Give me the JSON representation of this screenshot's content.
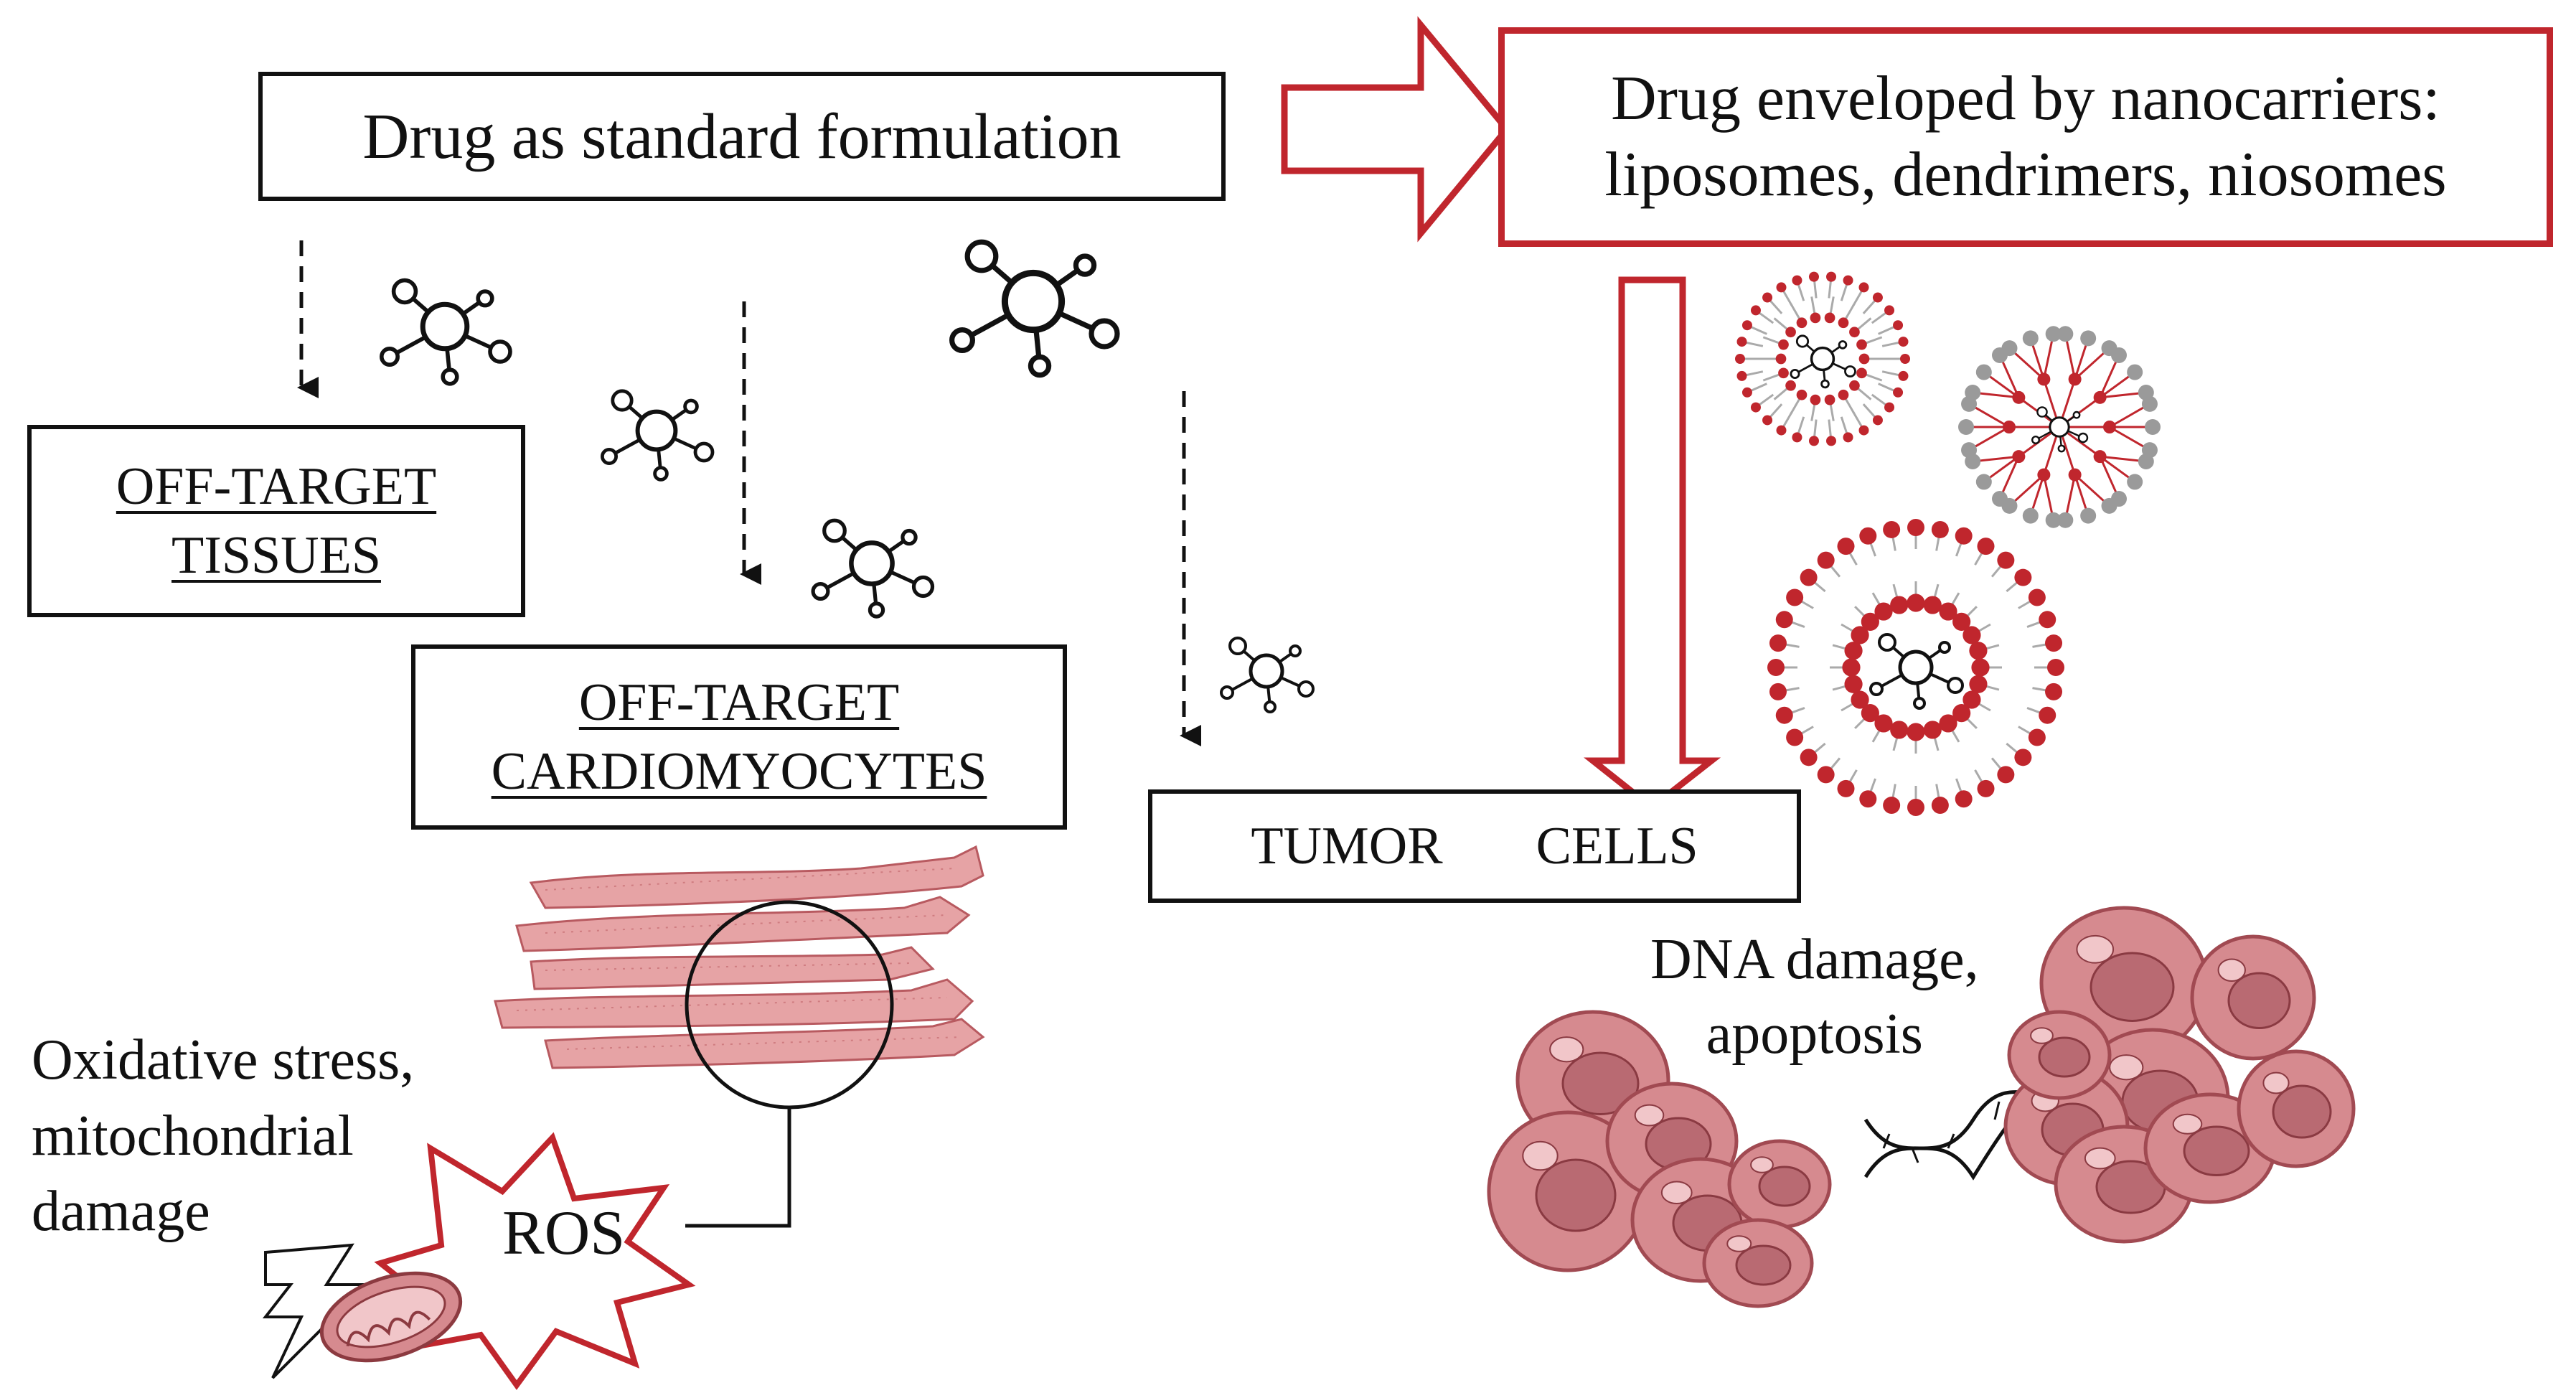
{
  "standard_box": {
    "label": "Drug as standard formulation"
  },
  "nano_box": {
    "line1": "Drug enveloped by nanocarriers:",
    "line2": "liposomes, dendrimers, niosomes"
  },
  "off_target_tissues": {
    "line1": "OFF-TARGET",
    "line2": "TISSUES"
  },
  "off_target_cardio": {
    "line1": "OFF-TARGET",
    "line2": "CARDIOMYOCYTES"
  },
  "tumor_box": {
    "word1": "TUMOR",
    "word2": "CELLS"
  },
  "oxidative_caption": {
    "line1": "Oxidative stress,",
    "line2": "mitochondrial",
    "line3": "damage"
  },
  "ros_label": "ROS",
  "dna_caption": {
    "line1": "DNA damage,",
    "line2": "apoptosis"
  },
  "colors": {
    "accent_red": "#c0262d",
    "muscle": "#e39a9c",
    "cell_fill": "#d68a8f",
    "cell_dark": "#b96a72",
    "cell_light": "#f1c6c9",
    "liposome_red": "#c0262d",
    "dendrimer_grey": "#9a9a9a"
  },
  "icons": [
    "drug-molecule-icon",
    "liposome-icon",
    "dendrimer-icon",
    "niosome-icon",
    "cardiomyocyte-fibers",
    "mitochondrion-icon",
    "lightning-icon",
    "dna-helix-icon",
    "tumor-cell-cluster"
  ]
}
